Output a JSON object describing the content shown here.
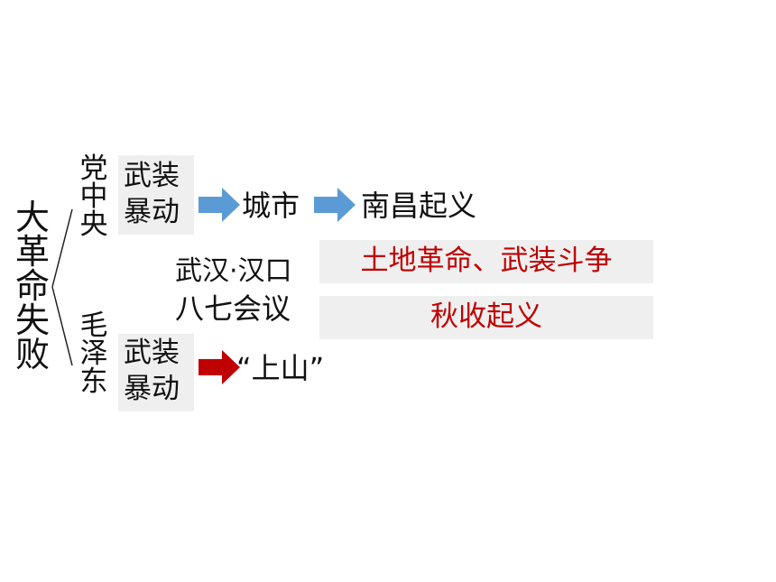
{
  "root": "大革命失败",
  "branch_top": "党中央",
  "branch_bottom": "毛泽东",
  "armed_top": [
    "武装",
    "暴动"
  ],
  "armed_bottom": [
    "武装",
    "暴动"
  ],
  "city": "城市",
  "nanchang": "南昌起义",
  "mountain": "“上山”",
  "meeting_place": "武汉·汉口",
  "meeting_name": "八七会议",
  "policy": "土地革命、武装斗争",
  "autumn": "秋收起义",
  "colors": {
    "arrow_blue": "#5b9bd5",
    "arrow_red": "#c00000",
    "red_text": "#c00000",
    "box_gray": "#efefef"
  }
}
